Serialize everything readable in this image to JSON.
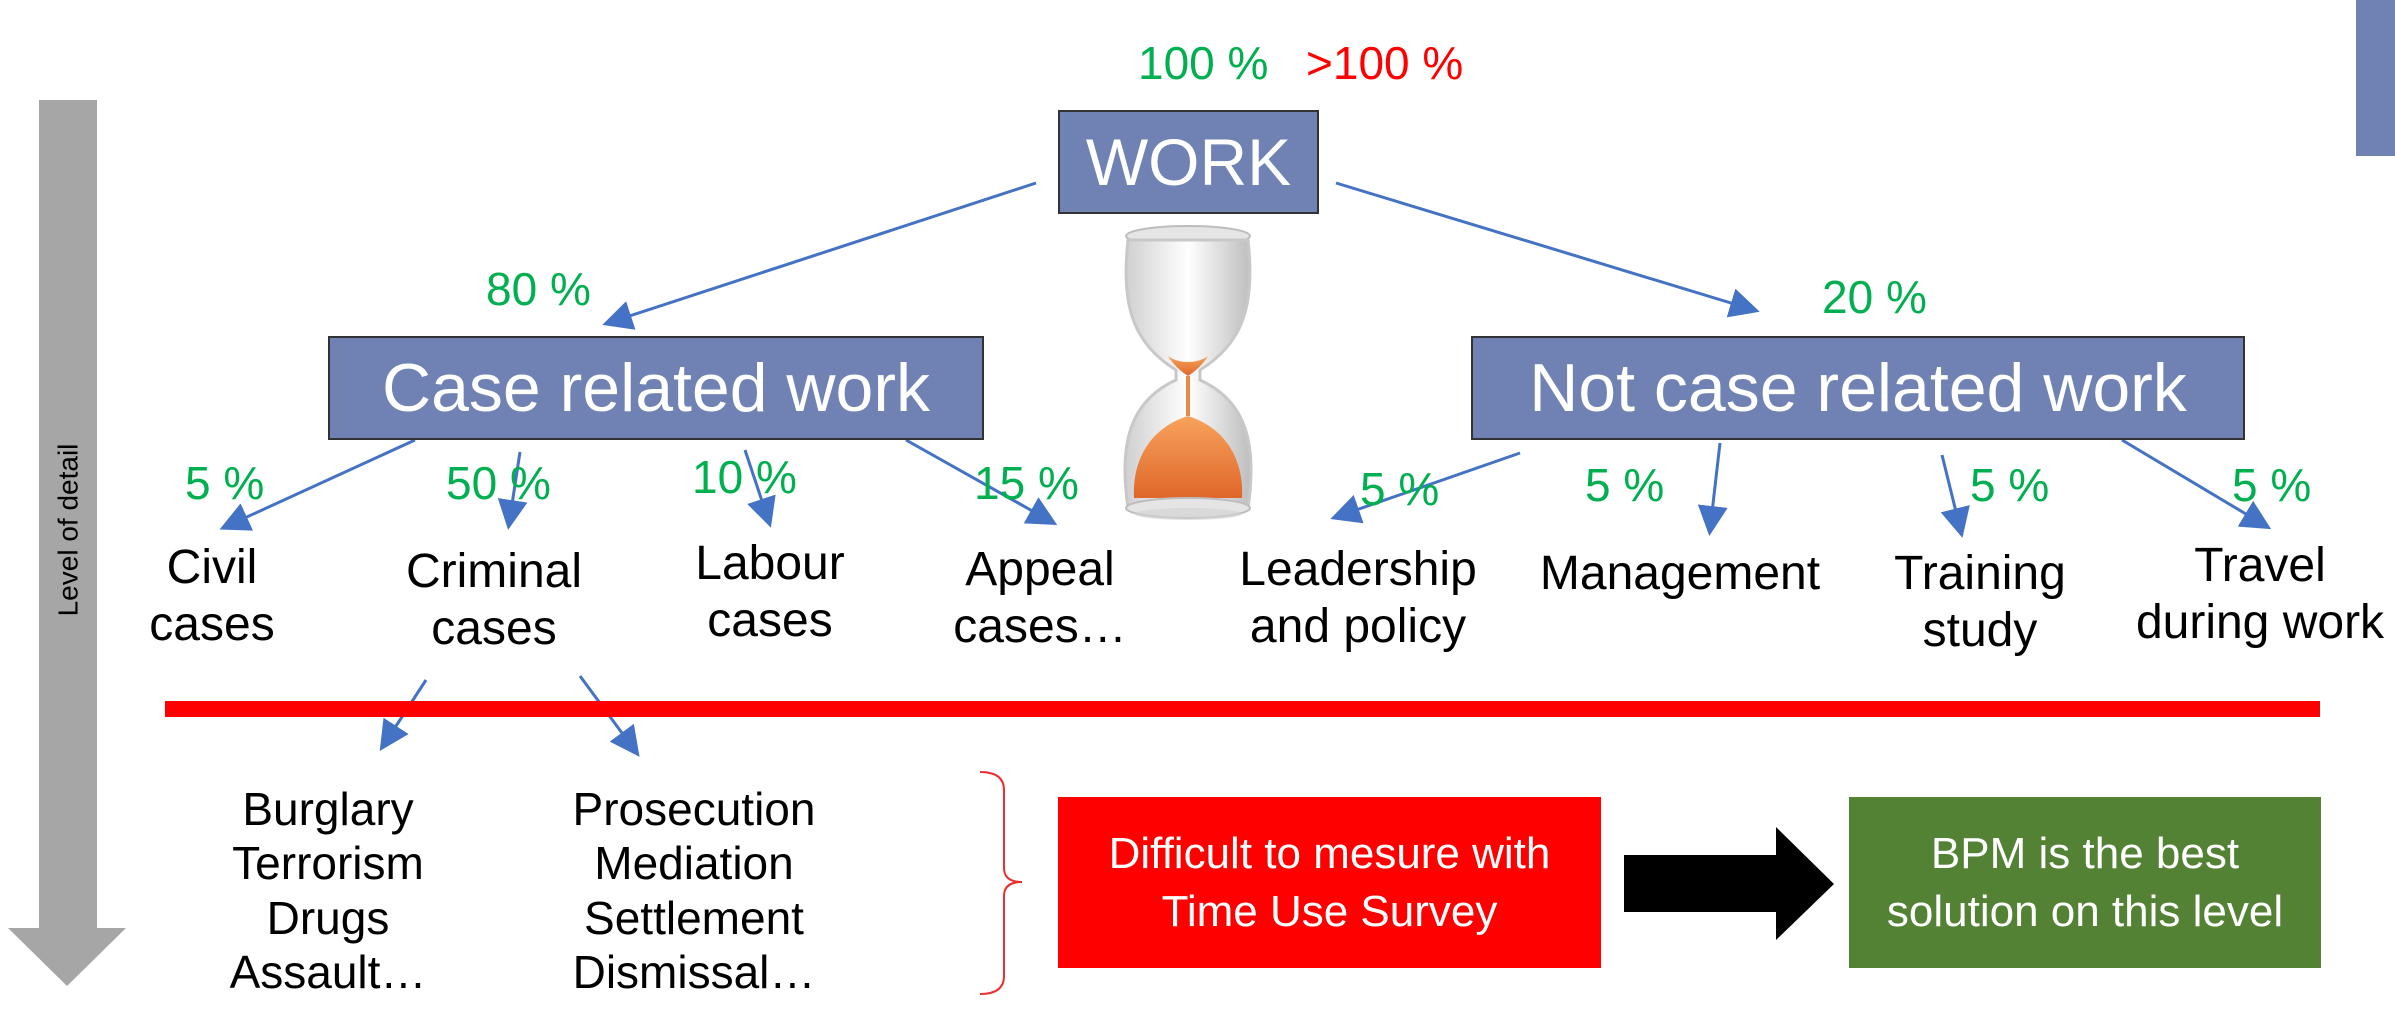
{
  "root": {
    "label": "WORK",
    "pct_ok": "100 %",
    "pct_over": ">100 %"
  },
  "branches": {
    "case": {
      "label": "Case related work",
      "pct": "80 %"
    },
    "noncase": {
      "label": "Not case related work",
      "pct": "20 %"
    }
  },
  "case_items": [
    {
      "pct": "5 %",
      "line1": "Civil",
      "line2": "cases"
    },
    {
      "pct": "50 %",
      "line1": "Criminal",
      "line2": "cases"
    },
    {
      "pct": "10 %",
      "line1": "Labour",
      "line2": "cases"
    },
    {
      "pct": "15 %",
      "line1": "Appeal",
      "line2": "cases…"
    }
  ],
  "noncase_items": [
    {
      "pct": "5 %",
      "line1": "Leadership",
      "line2": "and policy"
    },
    {
      "pct": "5 %",
      "line1": "Management",
      "line2": ""
    },
    {
      "pct": "5 %",
      "line1": "Training",
      "line2": "study"
    },
    {
      "pct": "5 %",
      "line1": "Travel",
      "line2": "during work"
    }
  ],
  "criminal_subtypes": [
    "Burglary",
    "Terrorism",
    "Drugs",
    "Assault…"
  ],
  "criminal_processes": [
    "Prosecution",
    "Mediation",
    "Settlement",
    "Dismissal…"
  ],
  "axis_label": "Level of detail",
  "callout_difficult": {
    "line1": "Difficult to mesure with",
    "line2": "Time Use Survey"
  },
  "callout_bpm": {
    "line1": "BPM is the best",
    "line2": "solution on this level"
  },
  "colors": {
    "box_fill": "#6f82b3",
    "arrow": "#4472c4",
    "pct_green": "#00b050",
    "pct_red": "#ff0000",
    "threshold_line": "#ff0000",
    "bpm_fill": "#548235",
    "axis_arrow": "#a6a6a6"
  },
  "icons": {
    "hourglass": "hourglass-icon"
  }
}
